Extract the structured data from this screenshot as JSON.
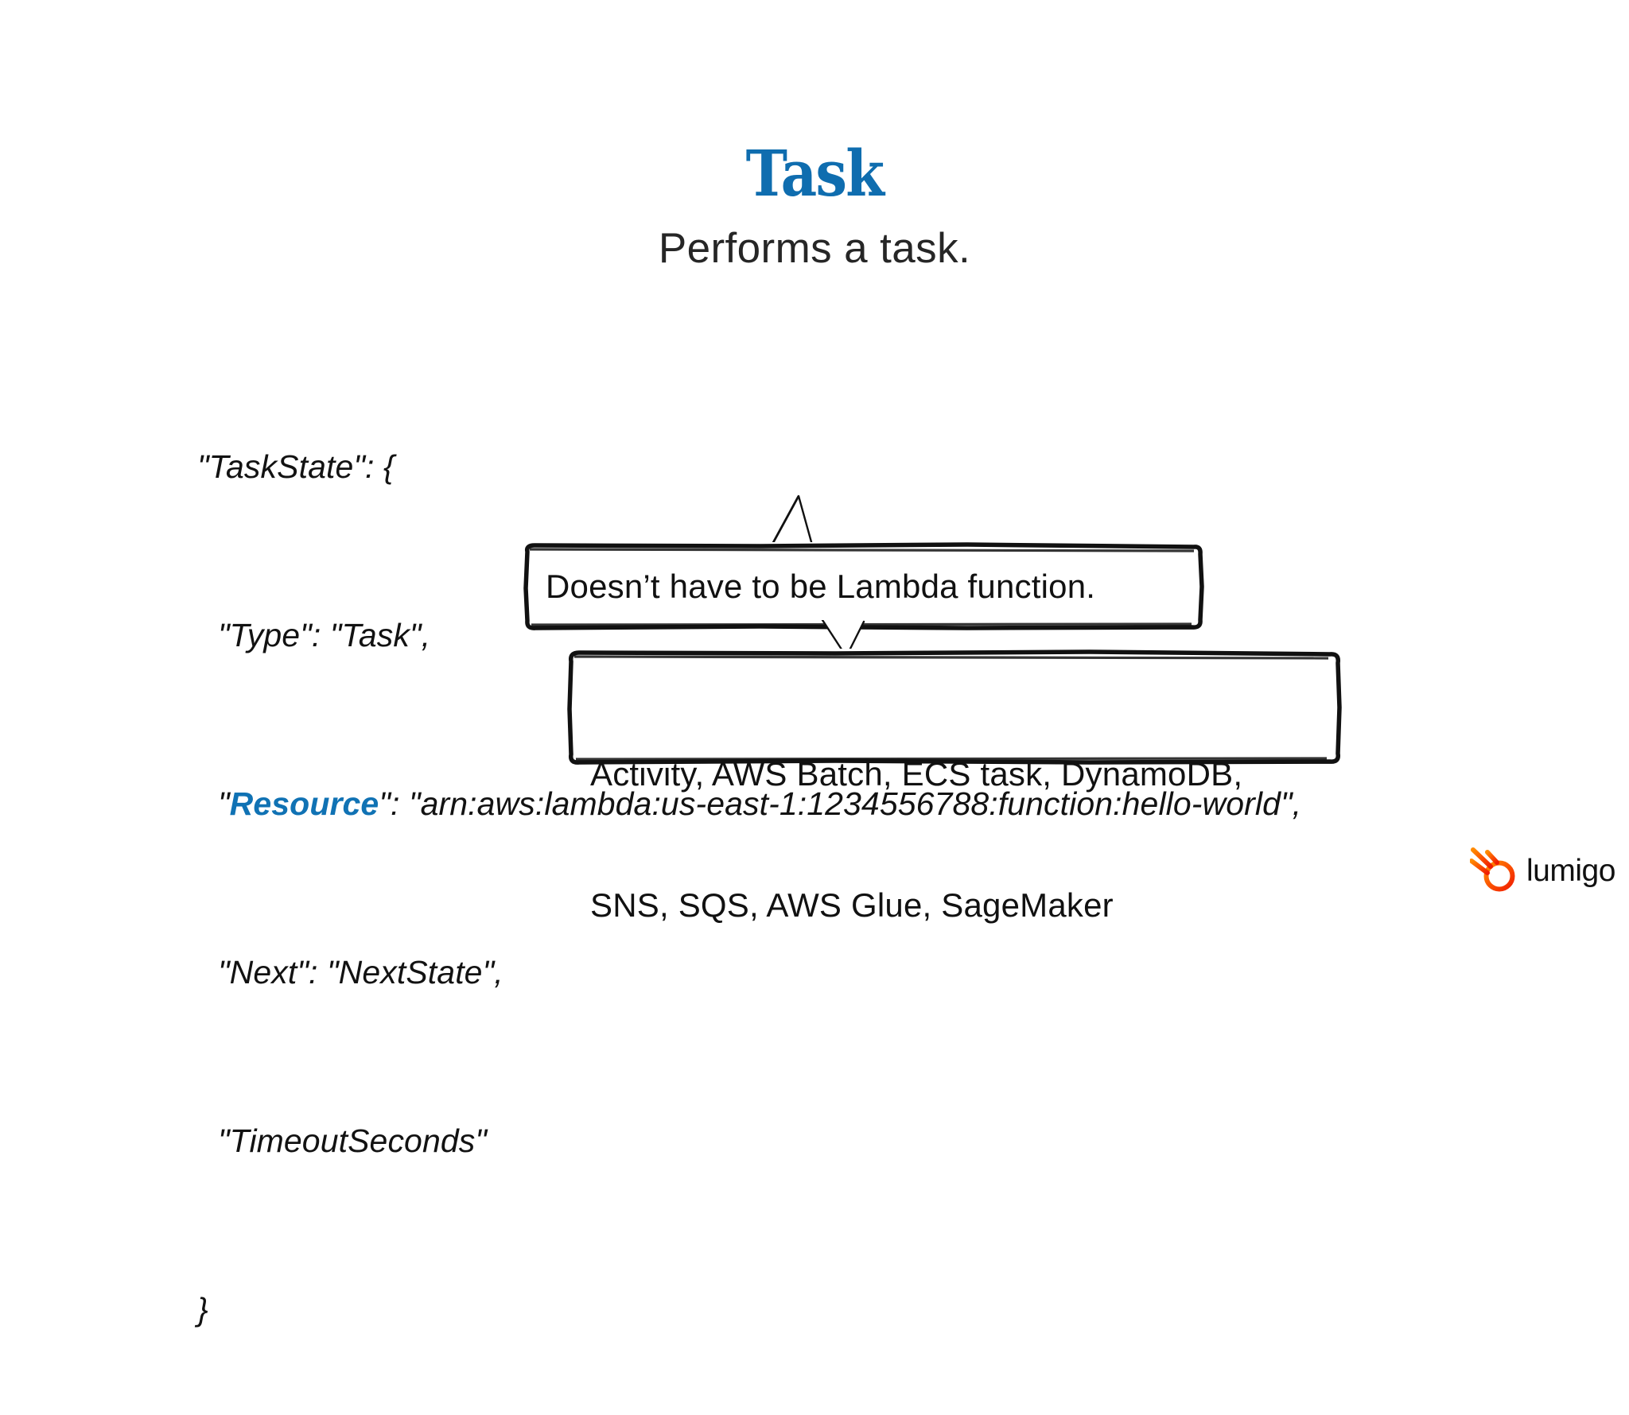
{
  "slide": {
    "title": "Task",
    "subtitle": "Performs a task.",
    "title_color": "#0f6daf",
    "background_color": "#ffffff"
  },
  "code": {
    "language": "json",
    "lines": [
      {
        "text": "\"TaskState\": {",
        "indent": false
      },
      {
        "text": "\"Type\": \"Task\",",
        "indent": true
      },
      {
        "indent": true,
        "segments": [
          {
            "text": "\"",
            "style": "plain"
          },
          {
            "text": "Resource",
            "style": "keyword"
          },
          {
            "text": "\": \"arn:aws:lambda:us-east-1:1234556788:function:hello-world\",",
            "style": "plain"
          }
        ]
      },
      {
        "text": "\"Next\": \"NextState\",",
        "indent": true
      },
      {
        "text": "\"TimeoutSeconds\"",
        "indent": true
      },
      {
        "text": "}",
        "indent": false
      }
    ],
    "line_1": "\"TaskState\": {",
    "line_2": "\"Type\": \"Task\",",
    "line_3_open_quote": "\"",
    "line_3_keyword": "Resource",
    "line_3_rest": "\": \"arn:aws:lambda:us-east-1:1234556788:function:hello-world\",",
    "line_4": "\"Next\": \"NextState\",",
    "line_5": "\"TimeoutSeconds\"",
    "line_6": "}",
    "keyword_color": "#1072b4"
  },
  "callouts": [
    {
      "id": "callout-lambda",
      "text": "Doesn’t have to be Lambda function.",
      "style": "hand-drawn-box",
      "points_to": "Resource value"
    },
    {
      "id": "callout-services",
      "line_1": "Activity, AWS Batch, ECS task, DynamoDB,",
      "line_2": "SNS, SQS, AWS Glue, SageMaker",
      "style": "hand-drawn-box",
      "points_to": "Doesn’t have to be Lambda function."
    }
  ],
  "callout_lambda_text": "Doesn’t have to be Lambda function.",
  "callout_services_line_1": "Activity, AWS Batch, ECS task, DynamoDB,",
  "callout_services_line_2": "SNS, SQS, AWS Glue, SageMaker",
  "branding": {
    "wordmark": "lumigo",
    "mark_icon": "lumigo-comet-icon",
    "mark_color_start": "#ff8a00",
    "mark_color_end": "#f01d00",
    "wordmark_color": "#111111"
  }
}
